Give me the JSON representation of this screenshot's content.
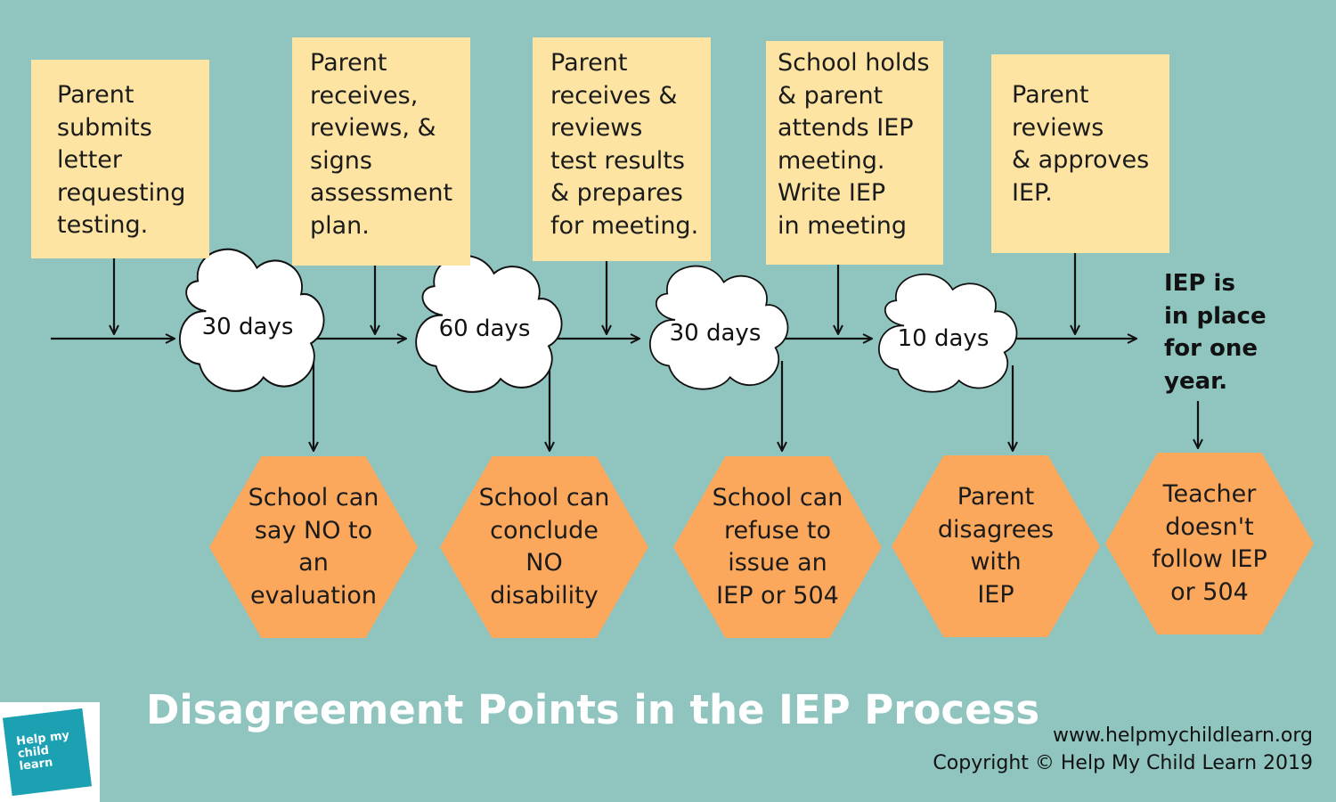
{
  "steps": [
    {
      "text": "Parent\nsubmits\nletter\nrequesting\ntesting."
    },
    {
      "text": "Parent\nreceives,\nreviews, &\nsigns\nassessment\nplan."
    },
    {
      "text": "Parent\nreceives &\nreviews\ntest results\n& prepares\nfor meeting."
    },
    {
      "text": "School holds\n& parent\nattends IEP\nmeeting.\nWrite IEP\nin meeting"
    },
    {
      "text": "Parent\nreviews\n& approves\nIEP."
    }
  ],
  "timelines": [
    "30 days",
    "60 days",
    "30 days",
    "10 days"
  ],
  "disagreements": [
    {
      "text": "School can\nsay NO to\nan\nevaluation"
    },
    {
      "text": "School can\nconclude\nNO\ndisability"
    },
    {
      "text": "School can\nrefuse to\nissue an\nIEP or 504"
    },
    {
      "text": "Parent\ndisagrees\nwith\nIEP"
    },
    {
      "text": "Teacher\ndoesn't\nfollow IEP\nor 504"
    }
  ],
  "end_note": "IEP is\nin place\nfor one\nyear.",
  "title": "Disagreement Points in the IEP Process",
  "footer": {
    "website": "www.helpmychildlearn.org",
    "copyright": "Copyright © Help My Child Learn 2019"
  },
  "logo": {
    "text": "Help my\nchild\nlearn"
  },
  "colors": {
    "background": "#8fc4bf",
    "step_box": "#fde4a2",
    "disagreement_hex": "#fba85c",
    "logo": "#1ba1b2"
  }
}
